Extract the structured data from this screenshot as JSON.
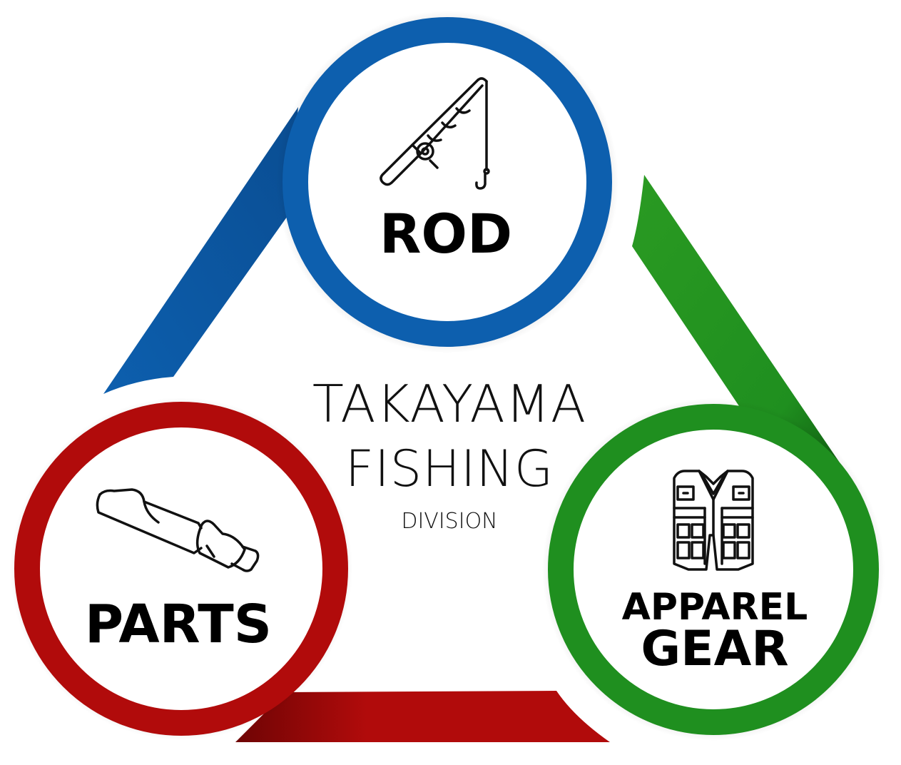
{
  "colors": {
    "blue": "#0d5fae",
    "green": "#1f8f1f",
    "red": "#b10b0b",
    "ink": "#111111"
  },
  "center": {
    "line1": "TAKAYAMA",
    "line2": "FISHING",
    "line3": "DIVISION"
  },
  "nodes": {
    "rod": {
      "label": "ROD",
      "icon": "fishing-rod-icon",
      "color": "#0d5fae"
    },
    "parts": {
      "label": "PARTS",
      "icon": "rod-grip-icon",
      "color": "#b10b0b"
    },
    "apparel": {
      "label_line1": "APPAREL",
      "label_line2": "GEAR",
      "icon": "fishing-vest-icon",
      "color": "#1f8f1f"
    }
  }
}
